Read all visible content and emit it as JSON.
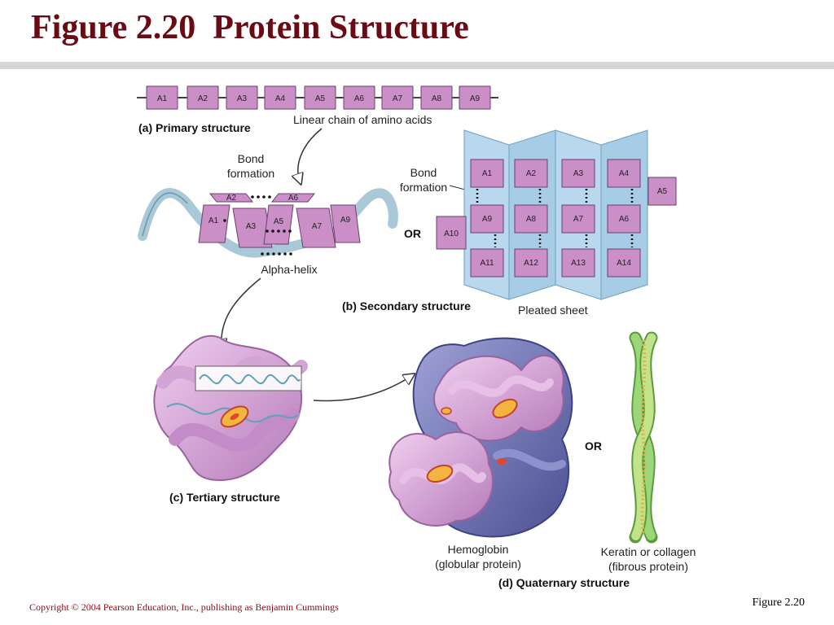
{
  "title": "Figure 2.20  Protein Structure",
  "footer": {
    "copyright": "Copyright © 2004 Pearson Education, Inc., publishing as Benjamin Cummings",
    "figure_ref": "Figure 2.20"
  },
  "primary": {
    "label": "(a) Primary structure",
    "chain_label": "Linear chain of amino acids",
    "residues": [
      "A1",
      "A2",
      "A3",
      "A4",
      "A5",
      "A6",
      "A7",
      "A8",
      "A9"
    ]
  },
  "helix": {
    "bond_label_1": "Bond",
    "bond_label_2": "formation",
    "label": "Alpha-helix",
    "residues": [
      "A2",
      "A6",
      "A1",
      "A3",
      "A5",
      "A7",
      "A9"
    ]
  },
  "or_labels": [
    "OR",
    "OR"
  ],
  "sheet": {
    "bond_label_1": "Bond",
    "bond_label_2": "formation",
    "label": "Pleated sheet",
    "row1": [
      "A1",
      "A2",
      "A3",
      "A4"
    ],
    "row2": [
      "A9",
      "A8",
      "A7",
      "A6"
    ],
    "row3": [
      "A11",
      "A12",
      "A13",
      "A14"
    ],
    "a5": "A5",
    "a10": "A10"
  },
  "secondary_label": "(b) Secondary structure",
  "tertiary_label": "(c) Tertiary structure",
  "quaternary": {
    "label": "(d) Quaternary structure",
    "hemo_1": "Hemoglobin",
    "hemo_2": "(globular protein)",
    "fib_1": "Keratin or collagen",
    "fib_2": "(fibrous protein)"
  },
  "colors": {
    "title": "#6a0a14",
    "residue_fill": "#c98fc6",
    "residue_stroke": "#6b3f6f",
    "sheet_fill": "#b9d8ee",
    "helix_ribbon": "#a9c9d8",
    "tube_pink": "#d59ad6",
    "tube_blue": "#6f73b3",
    "heme": "#e2462b",
    "fiber": "#8ccf63"
  }
}
